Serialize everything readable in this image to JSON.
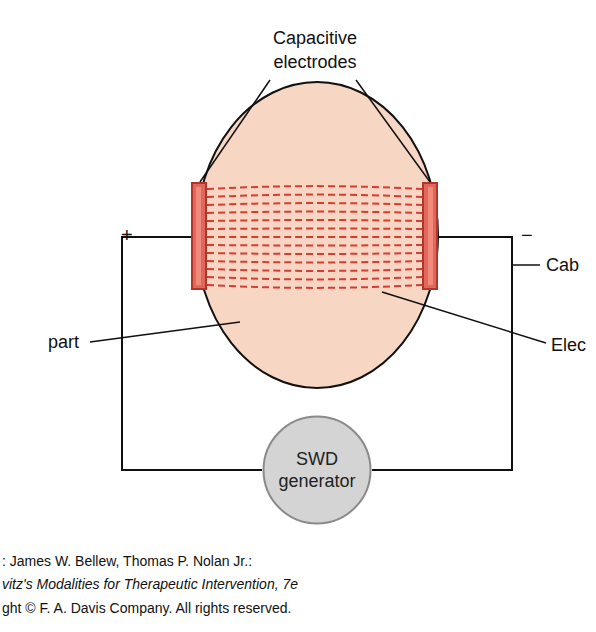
{
  "diagram": {
    "nodes": [
      {
        "text": [
          "SWD generator"
        ]
      }
    ],
    "labels": [
      "Capacitive electrodes",
      "+",
      "−",
      "part",
      "Cab",
      "Elec",
      ": James W. Bellew, Thomas P. Nolan Jr.:",
      "vitz's Modalities for Therapeutic Intervention, 7e",
      "ght © F. A. Davis Company. All rights reserved."
    ]
  }
}
